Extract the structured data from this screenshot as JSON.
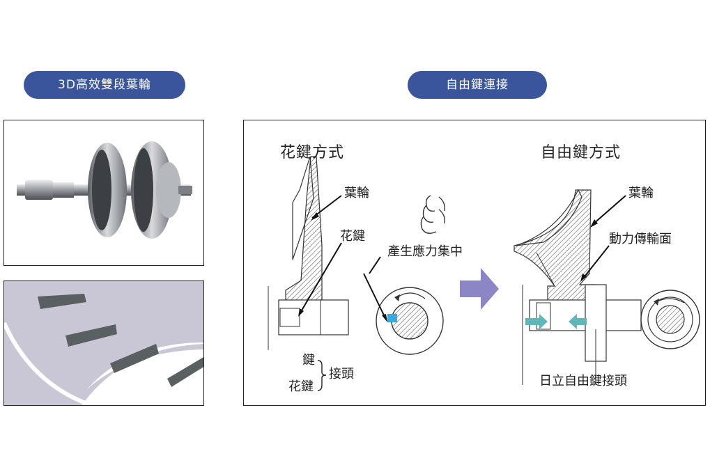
{
  "left_header": "3D高效雙段葉輪",
  "right_header": "自由鍵連接",
  "spline_section": {
    "title": "花鍵方式",
    "impeller_label": "葉輪",
    "spline_label": "花鍵",
    "stress_label": "產生應力集中",
    "key_label": "鍵",
    "spline_label2": "花鍵",
    "joint_label": "接頭"
  },
  "free_key_section": {
    "title": "自由鍵方式",
    "impeller_label": "葉輪",
    "drive_surface_label": "動力傳輸面",
    "caption": "日立自由鍵接頭"
  },
  "colors": {
    "pill": "#3a559b",
    "arrow": "#8d86c6",
    "teal_arrow": "#5fb7b7",
    "stress_mark": "#3aa9e0",
    "blade": "#5a5f62",
    "disc": "#c9c6d6"
  }
}
